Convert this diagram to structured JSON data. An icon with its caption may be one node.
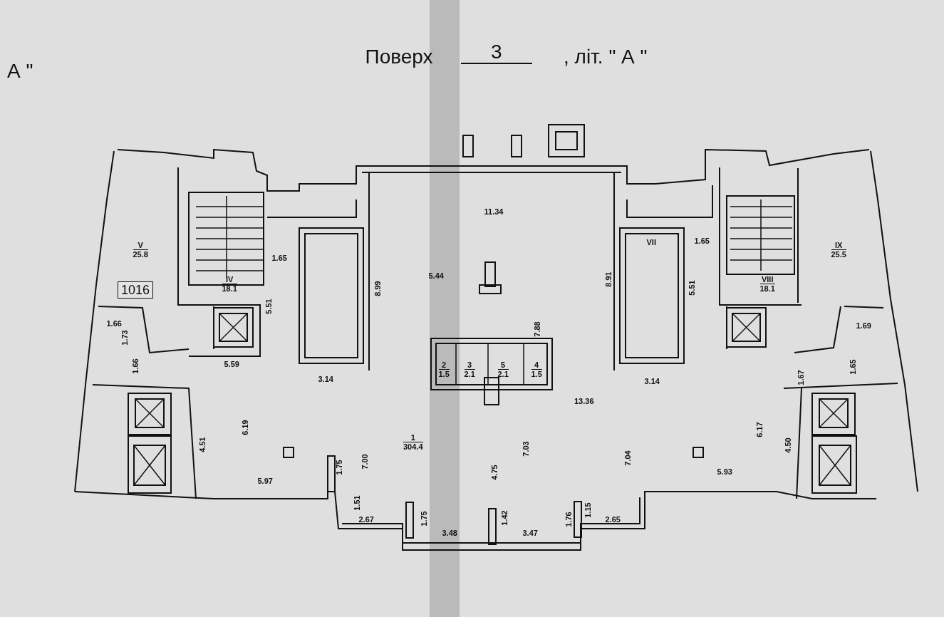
{
  "diagram": {
    "nodes": [
      {
        "text": [
          "V",
          "25.8"
        ]
      },
      {
        "text": [
          "IV",
          "18.1"
        ]
      },
      {
        "text": [
          "1016"
        ]
      },
      {
        "text": [
          "VII"
        ]
      },
      {
        "text": [
          "VIII",
          "18.1"
        ]
      },
      {
        "text": [
          "IX",
          "25.5"
        ]
      },
      {
        "text": [
          "1",
          "304.4"
        ]
      },
      {
        "text": [
          "2",
          "1.5"
        ]
      },
      {
        "text": [
          "3",
          "2.1"
        ]
      },
      {
        "text": [
          "5",
          "2.1"
        ]
      },
      {
        "text": [
          "4",
          "1.5"
        ]
      }
    ],
    "edges": [],
    "labels": [
      "А \"",
      "Поверх",
      "3",
      ", літ. \" А \"",
      "11.34",
      "1.65",
      "1.65",
      "5.44",
      "8.99",
      "8.91",
      "5.51",
      "5.51",
      "7.88",
      "1.66",
      "1.69",
      "1.73",
      "5.59",
      "1.66",
      "1.67",
      "1.65",
      "3.14",
      "3.14",
      "13.36",
      "6.19",
      "6.17",
      "4.51",
      "7.03",
      "4.50",
      "5.97",
      "1.75",
      "7.00",
      "4.75",
      "7.04",
      "5.93",
      "1.51",
      "1.15",
      "2.67",
      "1.75",
      "1.42",
      "1.76",
      "2.65",
      "3.48",
      "3.47"
    ]
  }
}
